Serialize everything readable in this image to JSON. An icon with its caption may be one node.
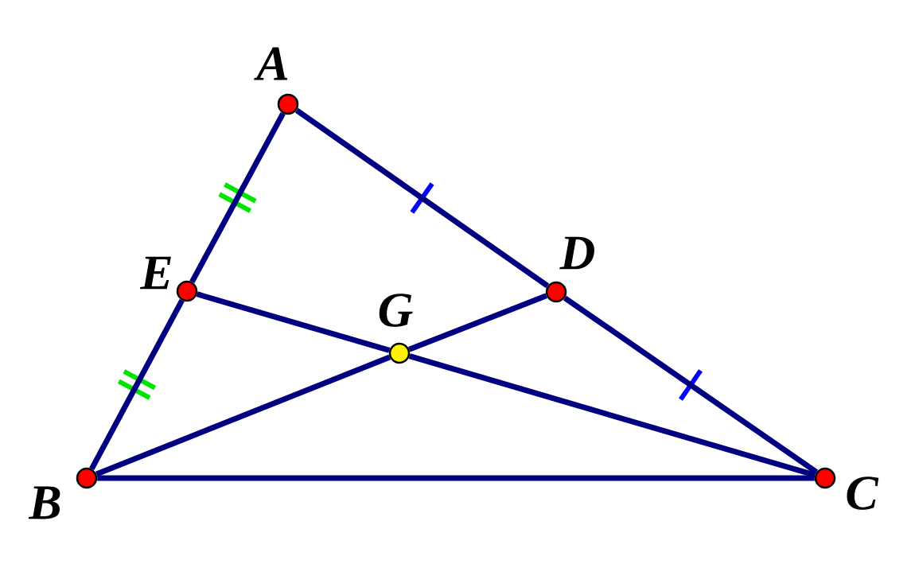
{
  "diagram": {
    "nodes": [
      {
        "text": [],
        "shape": "circle",
        "beside": [
          "A"
        ]
      },
      {
        "text": [],
        "shape": "circle",
        "beside": [
          "E"
        ]
      },
      {
        "text": [],
        "shape": "circle",
        "beside": [
          "B"
        ]
      },
      {
        "text": [],
        "shape": "circle",
        "beside": [
          "G"
        ]
      },
      {
        "text": [],
        "shape": "circle",
        "beside": [
          "D"
        ]
      },
      {
        "text": [],
        "shape": "circle",
        "beside": [
          "C"
        ]
      }
    ],
    "edges": [
      {
        "from": 0,
        "to": 1,
        "arrow": "none"
      },
      {
        "from": 1,
        "to": 2,
        "arrow": "none"
      },
      {
        "from": 0,
        "to": 4,
        "arrow": "none"
      },
      {
        "from": 4,
        "to": 5,
        "arrow": "none"
      },
      {
        "from": 2,
        "to": 5,
        "arrow": "none"
      },
      {
        "from": 2,
        "to": 3,
        "arrow": "none"
      },
      {
        "from": 3,
        "to": 4,
        "arrow": "none"
      },
      {
        "from": 1,
        "to": 3,
        "arrow": "none"
      },
      {
        "from": 3,
        "to": 5,
        "arrow": "none"
      }
    ]
  }
}
